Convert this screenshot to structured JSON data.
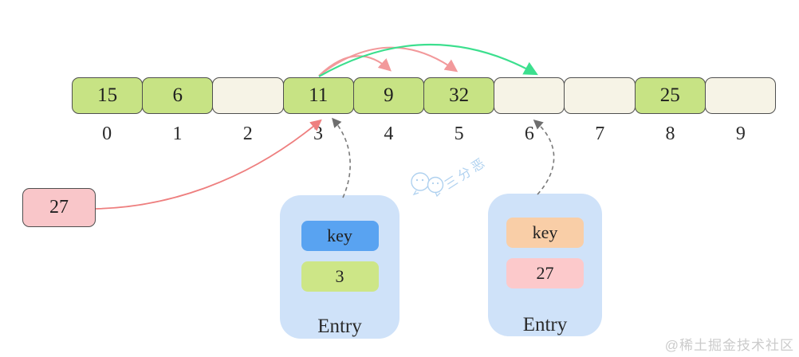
{
  "diagram_title": "hash-table-linear-probing",
  "array": {
    "cells": [
      {
        "index": "0",
        "value": "15",
        "filled": true
      },
      {
        "index": "1",
        "value": "6",
        "filled": true
      },
      {
        "index": "2",
        "value": "",
        "filled": false
      },
      {
        "index": "3",
        "value": "11",
        "filled": true
      },
      {
        "index": "4",
        "value": "9",
        "filled": true
      },
      {
        "index": "5",
        "value": "32",
        "filled": true
      },
      {
        "index": "6",
        "value": "",
        "filled": false
      },
      {
        "index": "7",
        "value": "",
        "filled": false
      },
      {
        "index": "8",
        "value": "25",
        "filled": true
      },
      {
        "index": "9",
        "value": "",
        "filled": false
      }
    ]
  },
  "insert_box": {
    "value": "27"
  },
  "entries": [
    {
      "title": "Entry",
      "key_label": "key",
      "value": "3"
    },
    {
      "title": "Entry",
      "key_label": "key",
      "value": "27"
    }
  ],
  "watermarks": {
    "center": "三分恶",
    "corner": "@稀土掘金技术社区"
  },
  "colors": {
    "filled_cell": "#c7e384",
    "empty_cell": "#f6f3e6",
    "cell_border": "#4f4f4f",
    "insert_box_fill": "#f9c6c9",
    "probe_arc_pink": "#f2999b",
    "probe_arc_green": "#3cdf8e",
    "insert_arrow_red": "#ee7f7f",
    "pointer_dashed_gray": "#7a7a7a",
    "entry_card_bg": "#cfe2f9",
    "key_chip_blue": "#59a3f1",
    "value_chip_green": "#cde687",
    "key_chip_peach": "#f9cea7",
    "value_chip_pink": "#fcc9cb",
    "watermark_blue": "#9cc6ec",
    "watermark_gray": "#cbcbcb"
  }
}
